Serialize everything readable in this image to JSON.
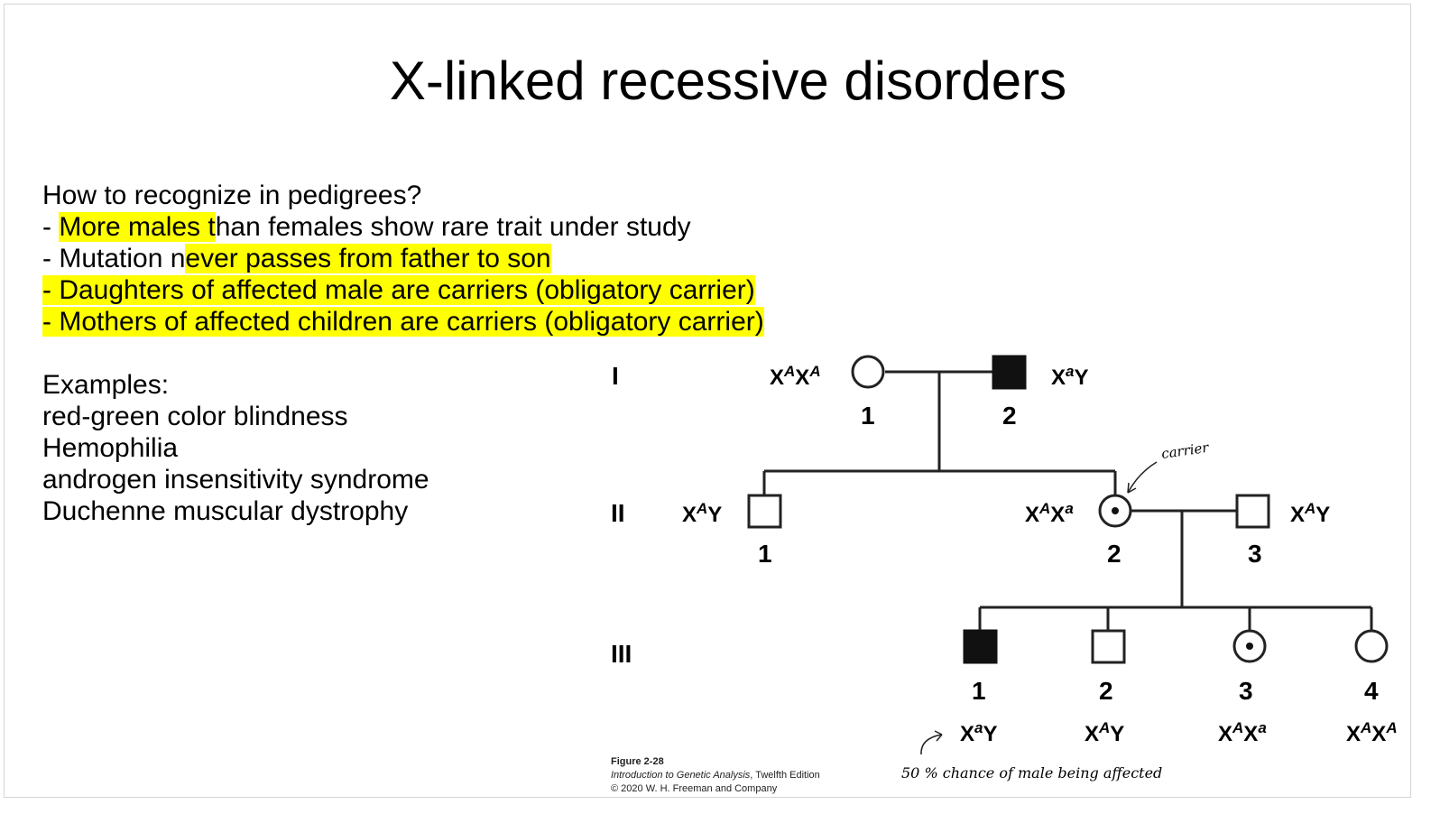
{
  "slide": {
    "title": "X-linked recessive disorders",
    "question": "How to recognize in pedigrees?",
    "bullets": [
      {
        "pre": "- ",
        "hl": "More males t",
        "post": "han females show rare trait under study"
      },
      {
        "pre": "- Mutation n",
        "hl": "ever passes from father to son",
        "post": ""
      },
      {
        "pre": "",
        "hl": "- Daughters of affected male are carriers (obligatory carrier)",
        "post": ""
      },
      {
        "pre": "",
        "hl": "- Mothers of affected children are carriers (obligatory carrier)",
        "post": ""
      }
    ],
    "examples_heading": "Examples:",
    "examples": [
      "red-green color blindness",
      "Hemophilia",
      "androgen insensitivity syndrome",
      "Duchenne muscular dystrophy"
    ],
    "highlight_color": "#ffff00"
  },
  "pedigree": {
    "generations": [
      "I",
      "II",
      "III"
    ],
    "gen1": {
      "female": {
        "number": "1",
        "genotype": "XAXA"
      },
      "male": {
        "number": "2",
        "genotype": "XaY",
        "status": "affected"
      }
    },
    "gen2": {
      "male1": {
        "number": "1",
        "genotype": "XAY"
      },
      "female2": {
        "number": "2",
        "genotype": "XAXa",
        "status": "carrier"
      },
      "male3": {
        "number": "3",
        "genotype": "XAY"
      }
    },
    "gen3": {
      "c1": {
        "number": "1",
        "genotype": "XaY",
        "status": "affected"
      },
      "c2": {
        "number": "2",
        "genotype": "XAY"
      },
      "c3": {
        "number": "3",
        "genotype": "XAXa",
        "status": "carrier"
      },
      "c4": {
        "number": "4",
        "genotype": "XAXA"
      }
    }
  },
  "annotations": {
    "carrier_note": "carrier",
    "chance_note": "50 % chance of male being affected"
  },
  "caption": {
    "figure": "Figure 2-28",
    "book": "Introduction to Genetic Analysis",
    "edition": ", Twelfth Edition",
    "copyright": "© 2020 W. H. Freeman and Company"
  }
}
